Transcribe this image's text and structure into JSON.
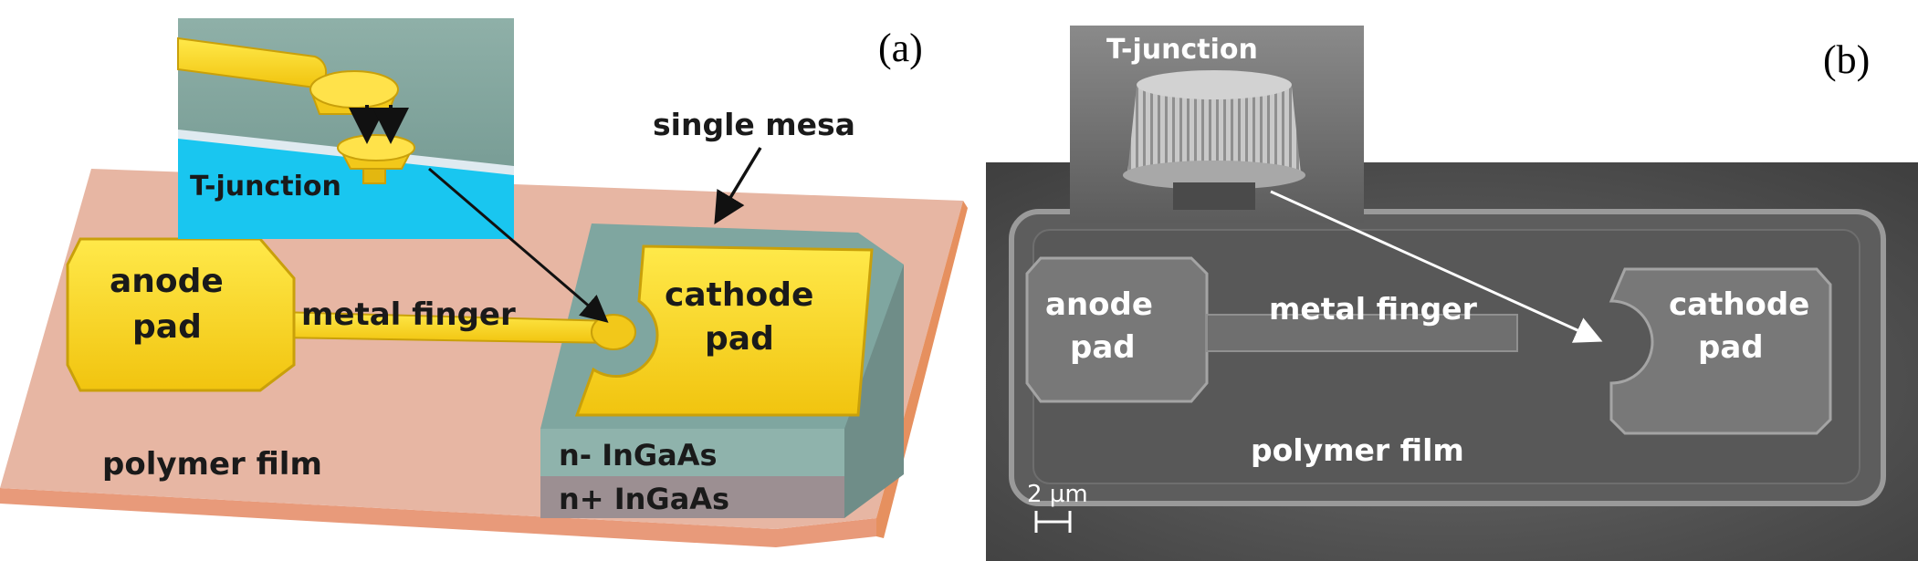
{
  "panel_a": {
    "panel_label": "(a)",
    "inset_label": "T-junction",
    "mesa_label": "single mesa",
    "anode_pad": [
      "anode",
      "pad"
    ],
    "cathode_pad": [
      "cathode",
      "pad"
    ],
    "finger_label": "metal finger",
    "film_label": "polymer film",
    "layer_top": "n- InGaAs",
    "layer_bottom": "n+ InGaAs",
    "colors": {
      "gold": "#f5d31a",
      "film": "#e7b6a3",
      "mesa": "#7fa6a0",
      "inset_blue": "#19c6f0"
    }
  },
  "panel_b": {
    "panel_label": "(b)",
    "inset_label": "T-junction",
    "anode_pad": [
      "anode",
      "pad"
    ],
    "cathode_pad": [
      "cathode",
      "pad"
    ],
    "finger_label": "metal finger",
    "film_label": "polymer film",
    "scale_bar": "2 µm"
  }
}
